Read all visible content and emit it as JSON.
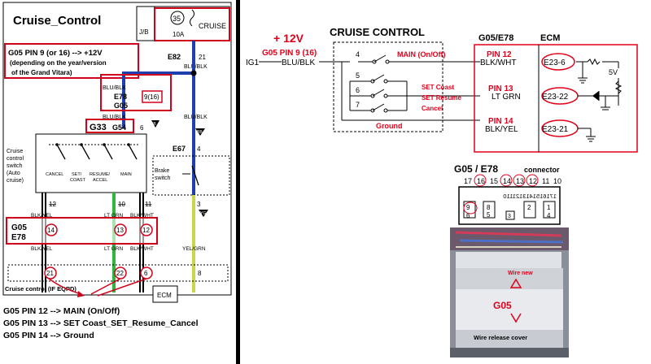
{
  "left": {
    "title": "Cruise_Control",
    "fuse": {
      "jb": "J/B",
      "number": "35",
      "name": "CRUISE",
      "rating": "10A"
    },
    "note_pin9": "G05 PIN 9 (or 16) --> +12V",
    "note_pin9_sub1": "(depending on the year/version",
    "note_pin9_sub2": "of the Grand Vitara)",
    "e82": "E82",
    "e82_pin": "21",
    "blu_blk_top": "BLU/BLK",
    "blu_blk_mid": "BLU/BLK",
    "e78_label": "E78",
    "g05_label": "G05",
    "pin_9_16": "9(16)",
    "blu_blk_low": "BLU/BLK",
    "blu_blk_right": "BLU/BLK",
    "g33": "G33",
    "g54": "G54",
    "g54_pin": "6",
    "bb_top": "BB",
    "bb_mid": "BB",
    "switch_title1": "Cruise",
    "switch_title2": "control",
    "switch_title3": "switch",
    "switch_title4": "(Auto",
    "switch_title5": "cruise)",
    "sw_cancel": "CANCEL",
    "sw_set1": "SET/",
    "sw_set2": "COAST",
    "sw_resume1": "RESUME/",
    "sw_resume2": "ACCEL",
    "sw_main": "MAIN",
    "e67": "E67",
    "e67_pin": "4",
    "brake1": "Brake",
    "brake2": "switch",
    "pin3": "3",
    "yg": "YG",
    "pin_12a": "12",
    "pin_10a": "10",
    "pin_11a": "11",
    "w_blkyel": "BLK/YEL",
    "w_ltgrn": "LT GRN",
    "w_blkwht": "BLK/WHT",
    "g05b": "G05",
    "e78b": "E78",
    "p14": "14",
    "p13": "13",
    "p12": "12",
    "w2_blkyel": "BLK/YEL",
    "w2_ltgrn": "LT GRN",
    "w2_blkwht": "BLK/WHT",
    "w2_yelgrn": "YEL/GRN",
    "e21": "21",
    "e22": "22",
    "e6": "6",
    "e8": "8",
    "cruise_if": "Cruise control (IF EQPD)",
    "ecm": "ECM",
    "line1": "G05 PIN 12 --> MAIN (On/Off)",
    "line2": "G05 PIN 13 --> SET Coast_SET_Resume_Cancel",
    "line3": "G05 PIN 14 --> Ground"
  },
  "right": {
    "plus12v": "+ 12V",
    "g05_pin9": "G05 PIN 9 (16)",
    "cruise_title": "CRUISE CONTROL",
    "ig1": "IG1",
    "blu_blk": "BLU/BLK",
    "p4": "4",
    "main": "MAIN (On/Off)",
    "p5": "5",
    "p6": "6",
    "p7": "7",
    "set_coast": "SET Coast",
    "set_resume": "SET Resume",
    "cancel": "Cancel",
    "ground": "Ground",
    "g05e78": "G05/E78",
    "ecm": "ECM",
    "pin12": "PIN 12",
    "wire12": "BLK/WHT",
    "e23_6": "E23-6",
    "pin13": "PIN 13",
    "wire13": "LT GRN",
    "e23_22": "E23-22",
    "pin14": "PIN 14",
    "wire14": "BLK/YEL",
    "e23_21": "E23-21",
    "fivev": "5V",
    "conn_title": "G05 / E78",
    "conn_sub": "connector",
    "conn_pins": [
      "17",
      "16",
      "15",
      "14",
      "13",
      "12",
      "11",
      "10"
    ],
    "conn_mirror": "1716151413121110",
    "conn_p9": "9",
    "conn_p8": "8",
    "conn_p3": "3",
    "conn_p2": "2",
    "conn_p1": "1",
    "conn_p6": "6",
    "conn_p5": "5",
    "conn_p4": "4",
    "photo_wire_new": "Wire new",
    "photo_g05": "G05",
    "photo_release": "Wire release cover"
  }
}
